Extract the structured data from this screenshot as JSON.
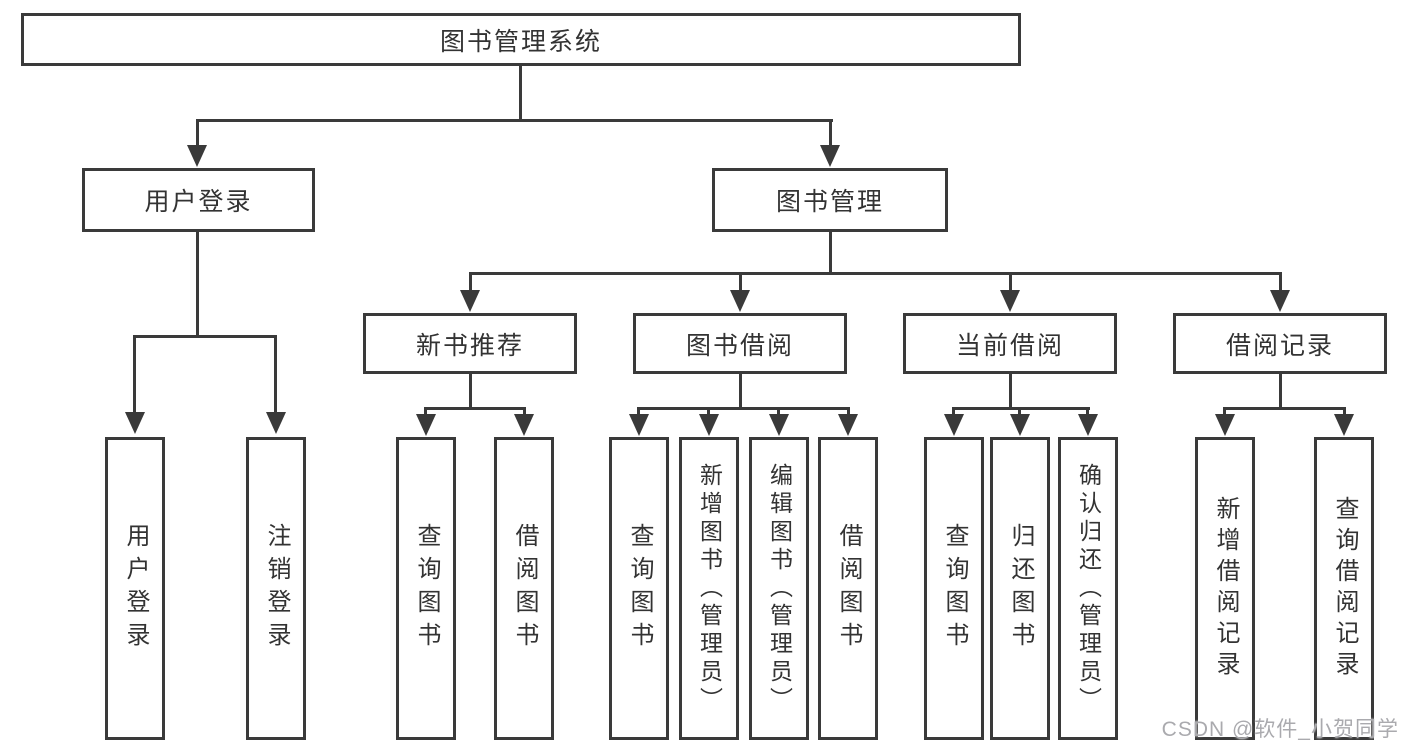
{
  "diagram": {
    "type": "tree",
    "orientation": "top-down",
    "line_color": "#3a3a3a",
    "text_color": "#333333",
    "background": "#ffffff"
  },
  "tree": {
    "label": "图书管理系统",
    "children": [
      {
        "label": "用户登录",
        "children": [
          {
            "label": "用户登录"
          },
          {
            "label": "注销登录"
          }
        ]
      },
      {
        "label": "图书管理",
        "children": [
          {
            "label": "新书推荐",
            "children": [
              {
                "label": "查询图书"
              },
              {
                "label": "借阅图书"
              }
            ]
          },
          {
            "label": "图书借阅",
            "children": [
              {
                "label": "查询图书"
              },
              {
                "label": "新增图书（管理员）"
              },
              {
                "label": "编辑图书（管理员）"
              },
              {
                "label": "借阅图书"
              }
            ]
          },
          {
            "label": "当前借阅",
            "children": [
              {
                "label": "查询图书"
              },
              {
                "label": "归还图书"
              },
              {
                "label": "确认归还（管理员）"
              }
            ]
          },
          {
            "label": "借阅记录",
            "children": [
              {
                "label": "新增借阅记录"
              },
              {
                "label": "查询借阅记录"
              }
            ]
          }
        ]
      }
    ]
  },
  "watermark": {
    "text": "CSDN @软件_小贺同学",
    "color": "#aaaaae"
  }
}
